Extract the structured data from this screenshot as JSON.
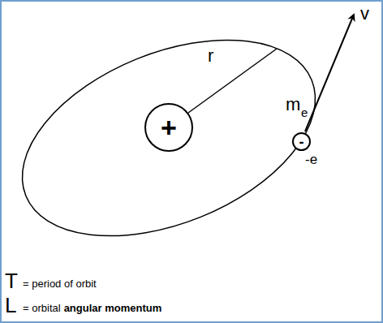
{
  "diagram": {
    "nodes": [
      {
        "text": [
          "+"
        ]
      },
      {
        "text": [
          "-"
        ]
      }
    ],
    "labels": [
      "r",
      "m",
      "e",
      "-e",
      "v",
      "T",
      "= period of orbit",
      "L",
      "= orbital",
      "angular momentum"
    ]
  }
}
